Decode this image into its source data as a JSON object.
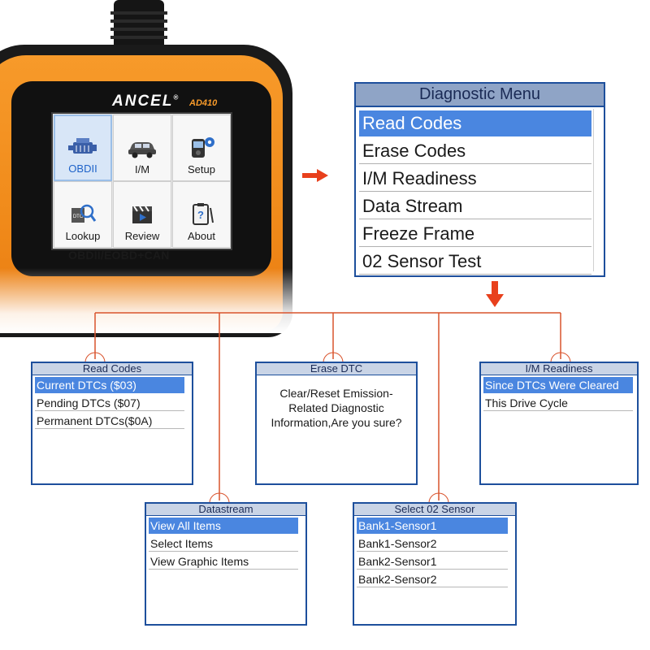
{
  "device": {
    "brand": "ANCEL",
    "model": "AD410",
    "tagline": "OBDII/EOBD+CAN",
    "tiles": [
      {
        "label": "OBDII",
        "icon": "engine-icon",
        "active": true
      },
      {
        "label": "I/M",
        "icon": "car-icon",
        "active": false
      },
      {
        "label": "Setup",
        "icon": "scanner-gear-icon",
        "active": false
      },
      {
        "label": "Lookup",
        "icon": "dtc-magnifier-icon",
        "active": false
      },
      {
        "label": "Review",
        "icon": "clapperboard-icon",
        "active": false
      },
      {
        "label": "About",
        "icon": "clipboard-question-icon",
        "active": false
      }
    ]
  },
  "diagnostic_menu": {
    "title": "Diagnostic Menu",
    "items": [
      "Read Codes",
      "Erase Codes",
      "I/M Readiness",
      "Data Stream",
      "Freeze Frame",
      "02 Sensor Test"
    ],
    "selected_index": 0
  },
  "read_codes": {
    "title": "Read Codes",
    "items": [
      "Current DTCs ($03)",
      "Pending DTCs ($07)",
      "Permanent DTCs($0A)"
    ],
    "selected_index": 0
  },
  "erase_dtc": {
    "title": "Erase DTC",
    "message_lines": [
      "Clear/Reset Emission-",
      "Related Diagnostic",
      "Information,Are you sure?"
    ]
  },
  "im_readiness": {
    "title": "I/M Readiness",
    "items": [
      "Since DTCs Were Cleared",
      "This Drive Cycle"
    ],
    "selected_index": 0
  },
  "datastream": {
    "title": "Datastream",
    "items": [
      "View All Items",
      "Select Items",
      "View Graphic Items"
    ],
    "selected_index": 0
  },
  "select_o2_sensor": {
    "title": "Select 02 Sensor",
    "items": [
      "Bank1-Sensor1",
      "Bank1-Sensor2",
      "Bank2-Sensor1",
      "Bank2-Sensor2"
    ],
    "selected_index": 0
  },
  "colors": {
    "device_orange": "#f08a1a",
    "frame_blue": "#1d4f9c",
    "selection_blue": "#4a86e0",
    "connector_red": "#d9532c",
    "arrow_red": "#e8401c"
  }
}
